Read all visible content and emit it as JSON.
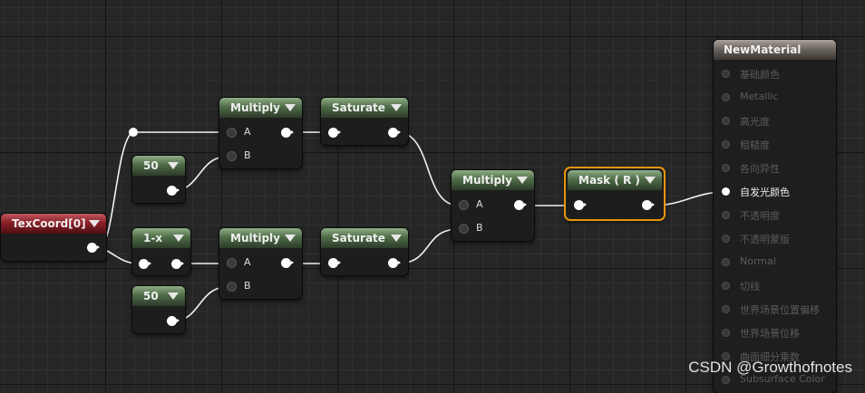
{
  "nodes": {
    "texcoord": {
      "title": "TexCoord[0]"
    },
    "const_top": {
      "title": "50"
    },
    "const_bottom": {
      "title": "50"
    },
    "one_minus": {
      "title": "1-x"
    },
    "multiply_top": {
      "title": "Multiply",
      "pin_a": "A",
      "pin_b": "B"
    },
    "multiply_bottom": {
      "title": "Multiply",
      "pin_a": "A",
      "pin_b": "B"
    },
    "saturate_top": {
      "title": "Saturate"
    },
    "saturate_bottom": {
      "title": "Saturate"
    },
    "multiply_final": {
      "title": "Multiply",
      "pin_a": "A",
      "pin_b": "B"
    },
    "mask": {
      "title": "Mask ( R )"
    }
  },
  "material": {
    "title": "NewMaterial",
    "inputs": [
      {
        "label": "基础颜色",
        "connected": false
      },
      {
        "label": "Metallic",
        "connected": false
      },
      {
        "label": "高光度",
        "connected": false
      },
      {
        "label": "粗糙度",
        "connected": false
      },
      {
        "label": "各向异性",
        "connected": false
      },
      {
        "label": "自发光颜色",
        "connected": true
      },
      {
        "label": "不透明度",
        "connected": false
      },
      {
        "label": "不透明蒙版",
        "connected": false
      },
      {
        "label": "Normal",
        "connected": false
      },
      {
        "label": "切线",
        "connected": false
      },
      {
        "label": "世界场景位置偏移",
        "connected": false
      },
      {
        "label": "世界场景位移",
        "connected": false
      },
      {
        "label": "曲面细分乘数",
        "connected": false
      },
      {
        "label": "Subsurface Color",
        "connected": false
      }
    ]
  },
  "watermark": "CSDN @Growthofnotes",
  "colors": {
    "selection": "#e8950c",
    "constant_header": "#4f6c48",
    "texcoord_header": "#8c1f27",
    "material_header": "#6d6661"
  }
}
